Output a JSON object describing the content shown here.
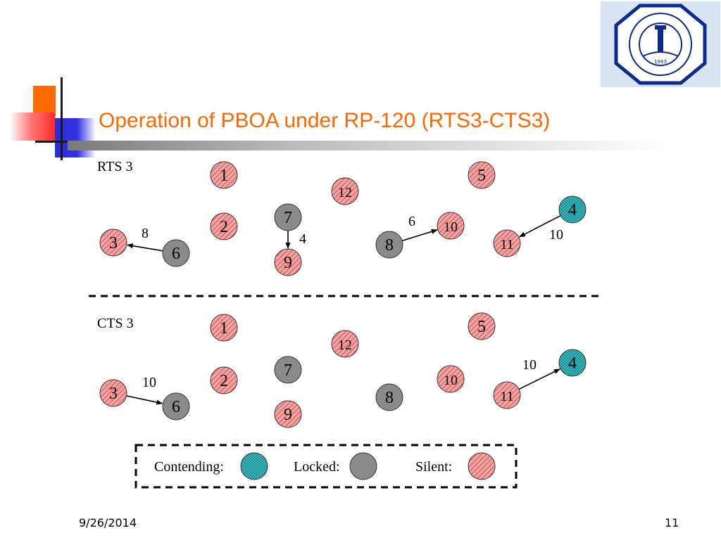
{
  "slide": {
    "title": "Operation of PBOA under RP-120 (RTS3-CTS3)",
    "date": "9/26/2014",
    "page_number": "11"
  },
  "logo": {
    "icon": "university-seal-icon",
    "year_text": "1963",
    "colors": {
      "frame": "#0d2b8f",
      "background": "#d9e4f2"
    }
  },
  "colors": {
    "title": "#ff6600",
    "contending": "#3ec9c9",
    "locked": "#8a8a8a",
    "silent": "#f4a3a3",
    "silent_hatch": "#c83c3c"
  },
  "panels": [
    {
      "label": "RTS 3",
      "nodes": [
        {
          "id": "1",
          "state": "silent"
        },
        {
          "id": "2",
          "state": "silent"
        },
        {
          "id": "3",
          "state": "silent"
        },
        {
          "id": "4",
          "state": "contending"
        },
        {
          "id": "5",
          "state": "silent"
        },
        {
          "id": "6",
          "state": "locked"
        },
        {
          "id": "7",
          "state": "locked"
        },
        {
          "id": "8",
          "state": "locked"
        },
        {
          "id": "9",
          "state": "silent"
        },
        {
          "id": "10",
          "state": "silent"
        },
        {
          "id": "11",
          "state": "silent"
        },
        {
          "id": "12",
          "state": "silent"
        }
      ],
      "edges": [
        {
          "from": "6",
          "to": "3",
          "label": "8"
        },
        {
          "from": "7",
          "to": "9",
          "label": "4"
        },
        {
          "from": "8",
          "to": "10",
          "label": "6"
        },
        {
          "from": "4",
          "to": "11",
          "label": "10"
        }
      ]
    },
    {
      "label": "CTS 3",
      "nodes": [
        {
          "id": "1",
          "state": "silent"
        },
        {
          "id": "2",
          "state": "silent"
        },
        {
          "id": "3",
          "state": "silent"
        },
        {
          "id": "4",
          "state": "contending"
        },
        {
          "id": "5",
          "state": "silent"
        },
        {
          "id": "6",
          "state": "locked"
        },
        {
          "id": "7",
          "state": "locked"
        },
        {
          "id": "8",
          "state": "locked"
        },
        {
          "id": "9",
          "state": "silent"
        },
        {
          "id": "10",
          "state": "silent"
        },
        {
          "id": "11",
          "state": "silent"
        },
        {
          "id": "12",
          "state": "silent"
        }
      ],
      "edges": [
        {
          "from": "3",
          "to": "6",
          "label": "10"
        },
        {
          "from": "11",
          "to": "4",
          "label": "10"
        }
      ]
    }
  ],
  "legend": [
    {
      "label": "Contending:",
      "state": "contending"
    },
    {
      "label": "Locked:",
      "state": "locked"
    },
    {
      "label": "Silent:",
      "state": "silent"
    }
  ]
}
